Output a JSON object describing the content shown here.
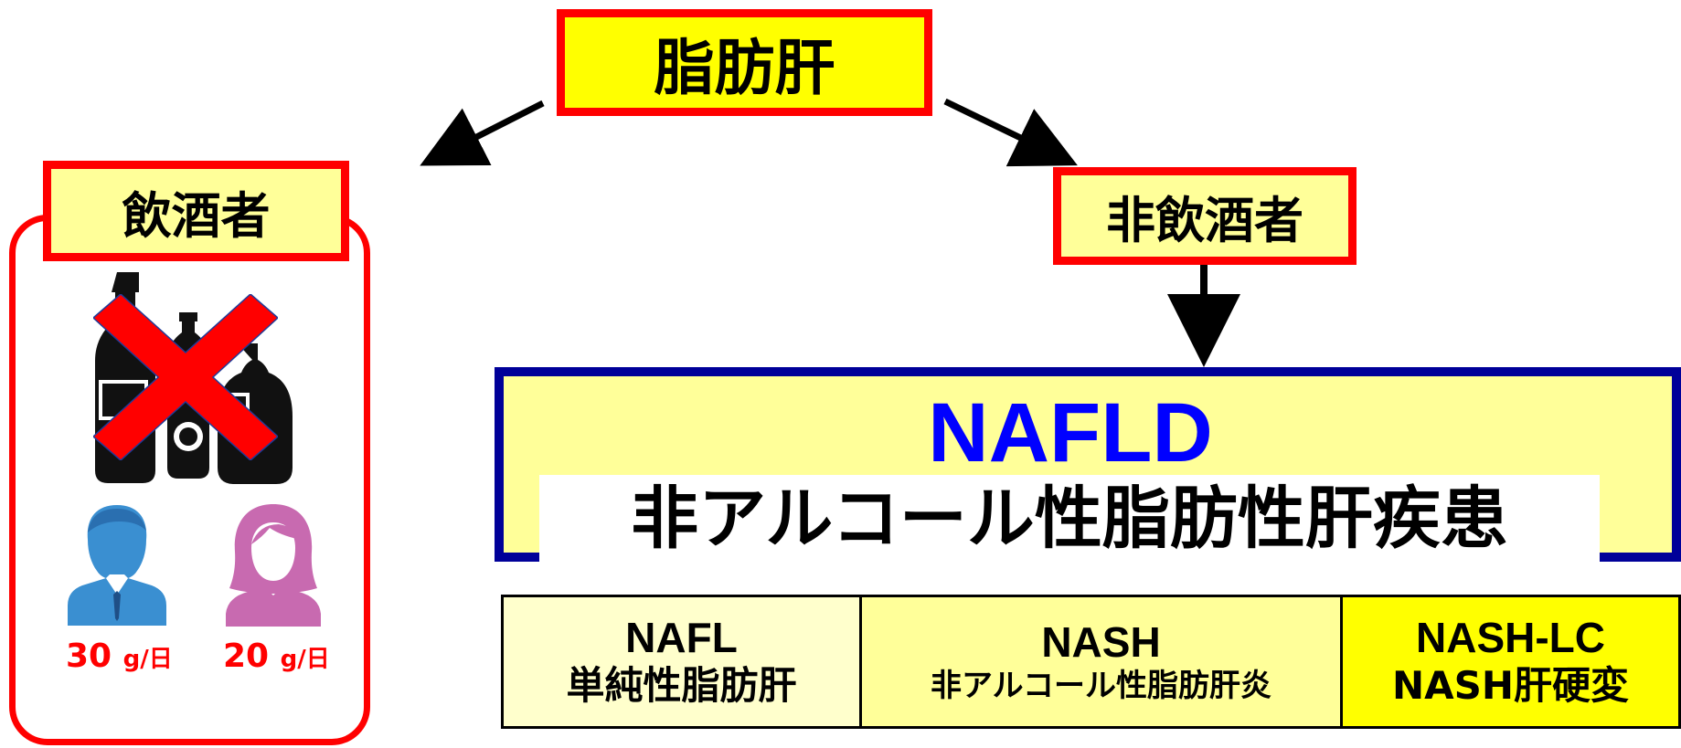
{
  "root": {
    "label": "脂肪肝"
  },
  "drinker": {
    "label": "飲酒者",
    "male_amount": {
      "value": "30",
      "unit": "g/日"
    },
    "female_amount": {
      "value": "20",
      "unit": "g/日"
    }
  },
  "non_drinker": {
    "label": "非飲酒者"
  },
  "nafld": {
    "title": "NAFLD",
    "subtitle": "非アルコール性脂肪性肝疾患"
  },
  "stages": [
    {
      "en": "NAFL",
      "jp": "単純性脂肪肝"
    },
    {
      "en": "NASH",
      "jp": "非アルコール性脂肪肝炎"
    },
    {
      "en": "NASH-LC",
      "jp": "NASH肝硬変"
    }
  ],
  "colors": {
    "border_red": "#ff0000",
    "yellow": "#ffff00",
    "pale_yellow": "#ffff99",
    "nafld_blue": "#0000ff",
    "nafld_border": "#000099",
    "male_icon": "#3a8fd1",
    "female_icon": "#c86ab0"
  },
  "icons": [
    "bottles-icon",
    "cross-icon",
    "male-user-icon",
    "female-user-icon"
  ]
}
